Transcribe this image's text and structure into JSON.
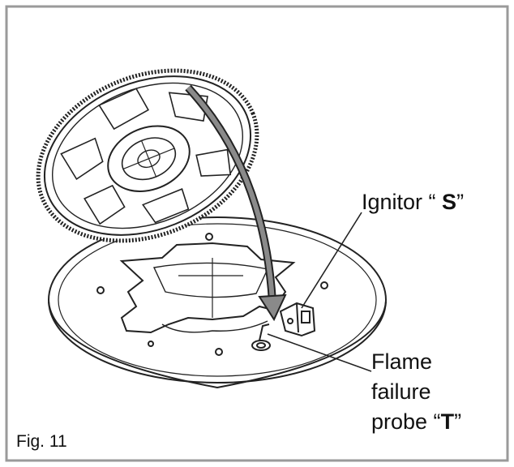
{
  "labels": {
    "ignitor_prefix": "Ignitor “ ",
    "ignitor_letter": "S",
    "ignitor_suffix": "”",
    "flame_line1": "Flame",
    "flame_line2": "failure",
    "flame_line3_prefix": "probe “",
    "flame_letter": "T",
    "flame_line3_suffix": "”",
    "figure_caption": "Fig. 11"
  },
  "colors": {
    "line": "#222222",
    "frame": "#9a9a9a",
    "arrow_fill": "#8a8a8a",
    "background": "#ffffff"
  }
}
